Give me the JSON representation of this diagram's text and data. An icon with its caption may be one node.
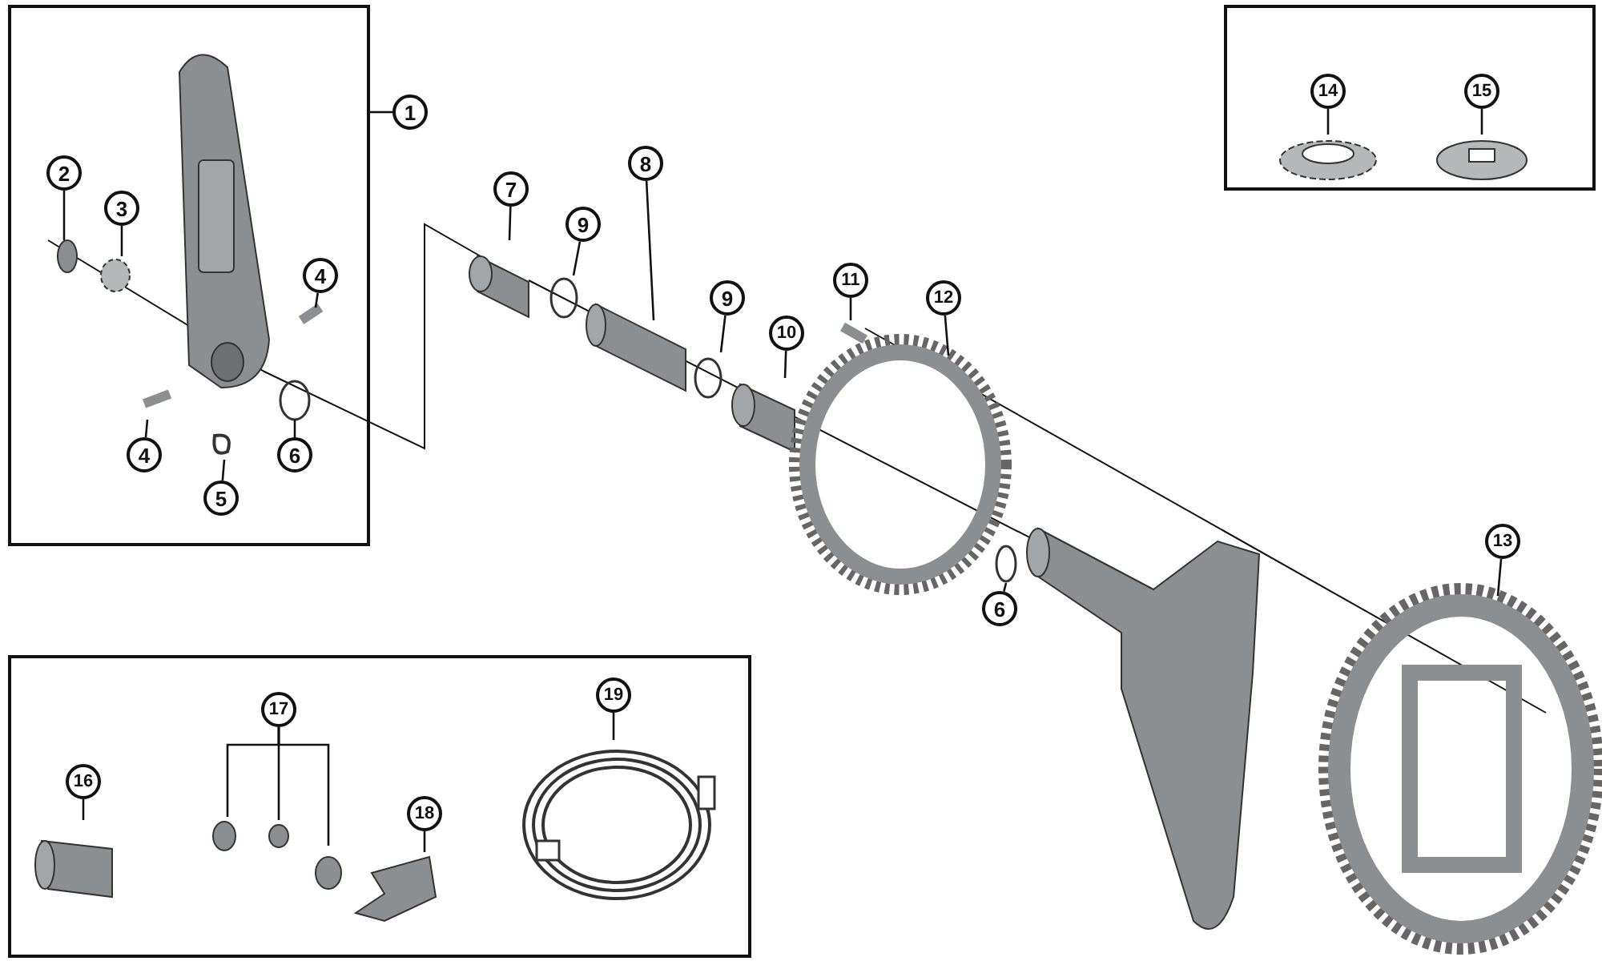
{
  "diagram": {
    "nodes": [
      {
        "text": [],
        "shape": "box"
      },
      {
        "text": [
          "1"
        ]
      },
      {
        "text": [
          "2"
        ],
        "in": 0
      },
      {
        "text": [
          "3"
        ],
        "in": 0
      },
      {
        "text": [
          "4"
        ],
        "in": 0
      },
      {
        "text": [
          "4"
        ],
        "in": 0
      },
      {
        "text": [
          "5"
        ],
        "in": 0
      },
      {
        "text": [
          "6"
        ],
        "in": 0
      },
      {
        "text": [
          "7"
        ]
      },
      {
        "text": [
          "8"
        ]
      },
      {
        "text": [
          "9"
        ]
      },
      {
        "text": [
          "9"
        ]
      },
      {
        "text": [
          "10"
        ]
      },
      {
        "text": [
          "11"
        ]
      },
      {
        "text": [
          "12"
        ]
      },
      {
        "text": [
          "6"
        ]
      },
      {
        "text": [
          "13"
        ]
      },
      {
        "text": [],
        "shape": "box"
      },
      {
        "text": [
          "14"
        ],
        "in": 17
      },
      {
        "text": [
          "15"
        ],
        "in": 17
      },
      {
        "text": [],
        "shape": "box"
      },
      {
        "text": [
          "16"
        ],
        "in": 20
      },
      {
        "text": [
          "17"
        ],
        "in": 20
      },
      {
        "text": [
          "18"
        ],
        "in": 20
      },
      {
        "text": [
          "19"
        ],
        "in": 20
      }
    ],
    "edges": [
      {
        "from": 1,
        "to": 0,
        "arrow": "none"
      },
      {
        "from": 2,
        "to": null,
        "arrow": "none"
      },
      {
        "from": 3,
        "to": null,
        "arrow": "none"
      },
      {
        "from": 4,
        "to": null,
        "arrow": "none"
      },
      {
        "from": 5,
        "to": null,
        "arrow": "none"
      },
      {
        "from": 6,
        "to": null,
        "arrow": "none"
      },
      {
        "from": 7,
        "to": null,
        "arrow": "none"
      },
      {
        "from": 8,
        "to": null,
        "arrow": "none"
      },
      {
        "from": 9,
        "to": null,
        "arrow": "none"
      },
      {
        "from": 10,
        "to": null,
        "arrow": "none"
      },
      {
        "from": 11,
        "to": null,
        "arrow": "none"
      },
      {
        "from": 12,
        "to": null,
        "arrow": "none"
      },
      {
        "from": 13,
        "to": null,
        "arrow": "none"
      },
      {
        "from": 14,
        "to": null,
        "arrow": "none"
      },
      {
        "from": 15,
        "to": null,
        "arrow": "none"
      },
      {
        "from": 16,
        "to": null,
        "arrow": "none"
      },
      {
        "from": 18,
        "to": null,
        "arrow": "none"
      },
      {
        "from": 19,
        "to": null,
        "arrow": "none"
      },
      {
        "from": 21,
        "to": null,
        "arrow": "none"
      },
      {
        "from": 22,
        "to": null,
        "arrow": "none"
      },
      {
        "from": 22,
        "to": null,
        "arrow": "none"
      },
      {
        "from": 22,
        "to": null,
        "arrow": "none"
      },
      {
        "from": 23,
        "to": null,
        "arrow": "none"
      },
      {
        "from": 24,
        "to": null,
        "arrow": "none"
      }
    ]
  }
}
